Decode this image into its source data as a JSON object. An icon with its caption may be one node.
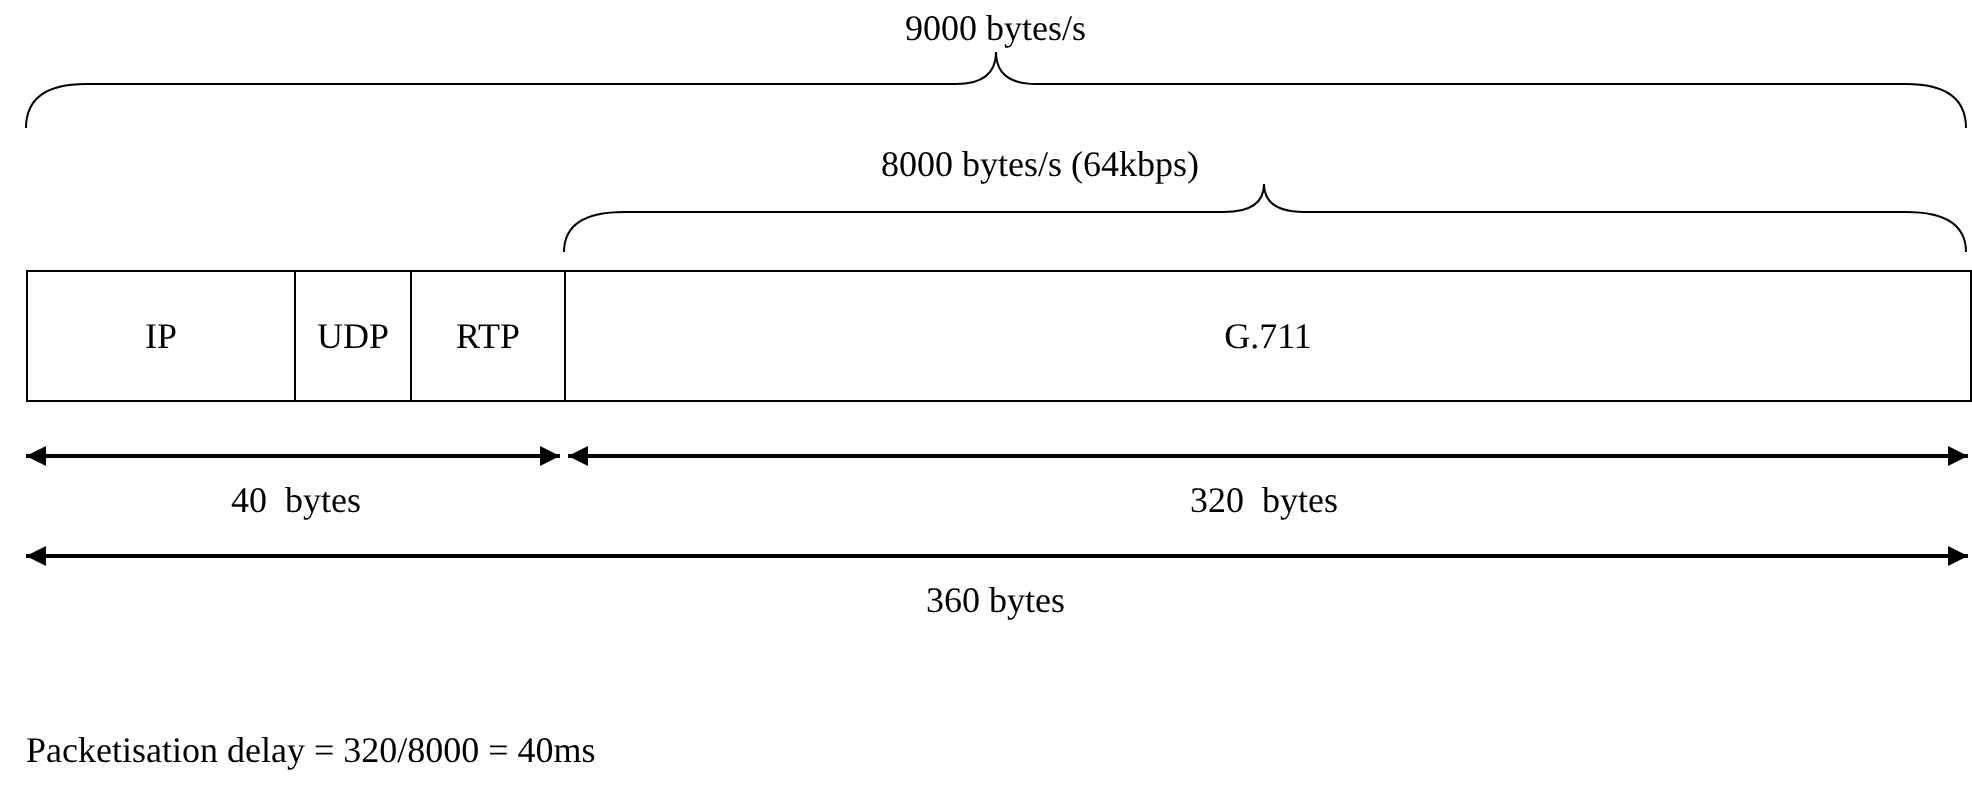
{
  "diagram": {
    "nodes": [
      {
        "text": [
          "IP"
        ]
      },
      {
        "text": [
          "UDP"
        ]
      },
      {
        "text": [
          "RTP"
        ]
      },
      {
        "text": [
          "G.711"
        ]
      }
    ],
    "labels": [
      "9000 bytes/s",
      "8000 bytes/s (64kbps)",
      "40  bytes",
      "320  bytes",
      "360 bytes",
      "Packetisation delay = 320/8000 = 40ms"
    ]
  }
}
